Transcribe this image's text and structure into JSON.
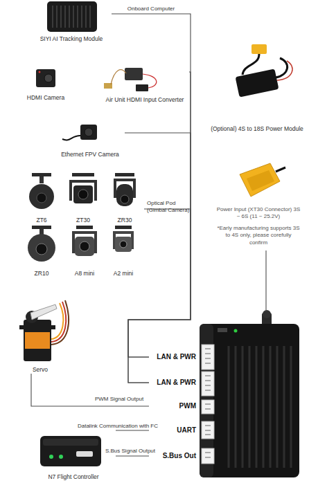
{
  "diagram": {
    "nodes": [
      {
        "text": [
          "SIYI AI Tracking Module"
        ]
      },
      {
        "text": [
          "HDMI Camera"
        ]
      },
      {
        "text": [
          "Air Unit HDMI Input Converter"
        ]
      },
      {
        "text": [
          "(Optional) 4S to 18S Power Module"
        ]
      },
      {
        "text": [
          "Ethernet FPV Camera"
        ]
      },
      {
        "text": [
          "ZT6"
        ]
      },
      {
        "text": [
          "ZT30"
        ]
      },
      {
        "text": [
          "ZR30"
        ]
      },
      {
        "text": [
          "Power Input (XT30 Connector) 3S ~ 6S (11 ~ 25.2V)",
          "*Early manufacturing supports 3S to 4S only, please corefully confirm"
        ]
      },
      {
        "text": [
          "ZR10"
        ]
      },
      {
        "text": [
          "A8 mini"
        ]
      },
      {
        "text": [
          "A2 mini"
        ]
      },
      {
        "text": [
          "Servo"
        ]
      },
      {
        "text": [
          "LAN & PWR",
          "LAN & PWR",
          "PWM",
          "UART",
          "S.Bus Out"
        ]
      },
      {
        "text": [
          "N7 Flight Controller"
        ]
      }
    ],
    "edges": [
      {
        "from": 0,
        "to": 13,
        "arrow": "none",
        "label": "Onboard Computer"
      },
      {
        "from": 2,
        "to": 13,
        "arrow": "none"
      },
      {
        "from": 4,
        "to": 13,
        "arrow": "none"
      },
      {
        "from": 7,
        "to": 13,
        "arrow": "none",
        "label": "Optical Pod (Gimbal Camera)"
      },
      {
        "from": 8,
        "to": 13,
        "arrow": "none"
      },
      {
        "from": 12,
        "to": 13,
        "arrow": "none",
        "label": "PWM Signal Output"
      },
      {
        "from": 14,
        "to": 13,
        "arrow": "none",
        "label": "Datalink Communication with FC"
      },
      {
        "from": 14,
        "to": 13,
        "arrow": "none",
        "label": "S.Bus Signal Output"
      }
    ]
  }
}
